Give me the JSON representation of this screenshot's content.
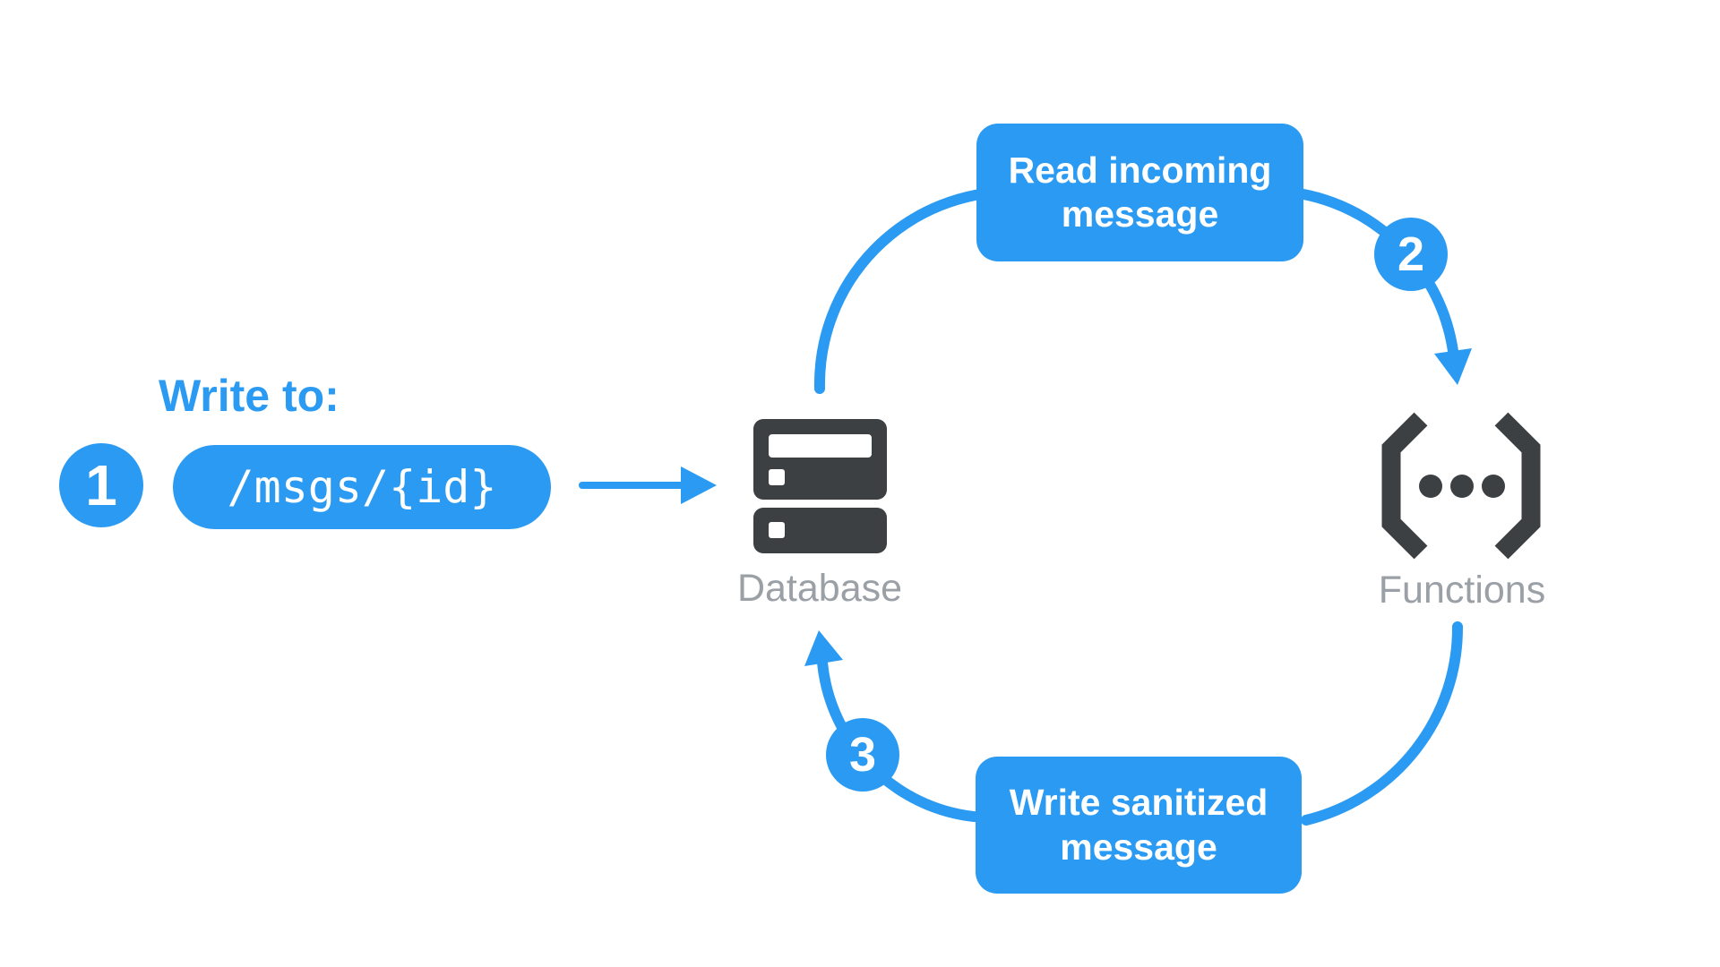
{
  "colors": {
    "accent": "#2b9af2",
    "icon_dark": "#3c4043",
    "node_label_gray": "#9aa0a6",
    "text_on_accent": "#ffffff",
    "background": "#ffffff"
  },
  "write_input": {
    "heading": "Write to:",
    "step_badge": "1",
    "path_pill": "/msgs/{id}"
  },
  "cycle": {
    "read_box_label": "Read incoming message",
    "read_step_badge": "2",
    "write_box_label": "Write sanitized message",
    "write_step_badge": "3"
  },
  "nodes": {
    "database": {
      "label": "Database",
      "icon": "database-server-icon"
    },
    "functions": {
      "label": "Functions",
      "icon": "functions-code-brackets-icon"
    }
  },
  "arrows": {
    "write_arrow": "right-arrow",
    "read_arc": "curved-arrow-database-to-functions",
    "sanitize_arc": "curved-arrow-functions-to-database"
  }
}
